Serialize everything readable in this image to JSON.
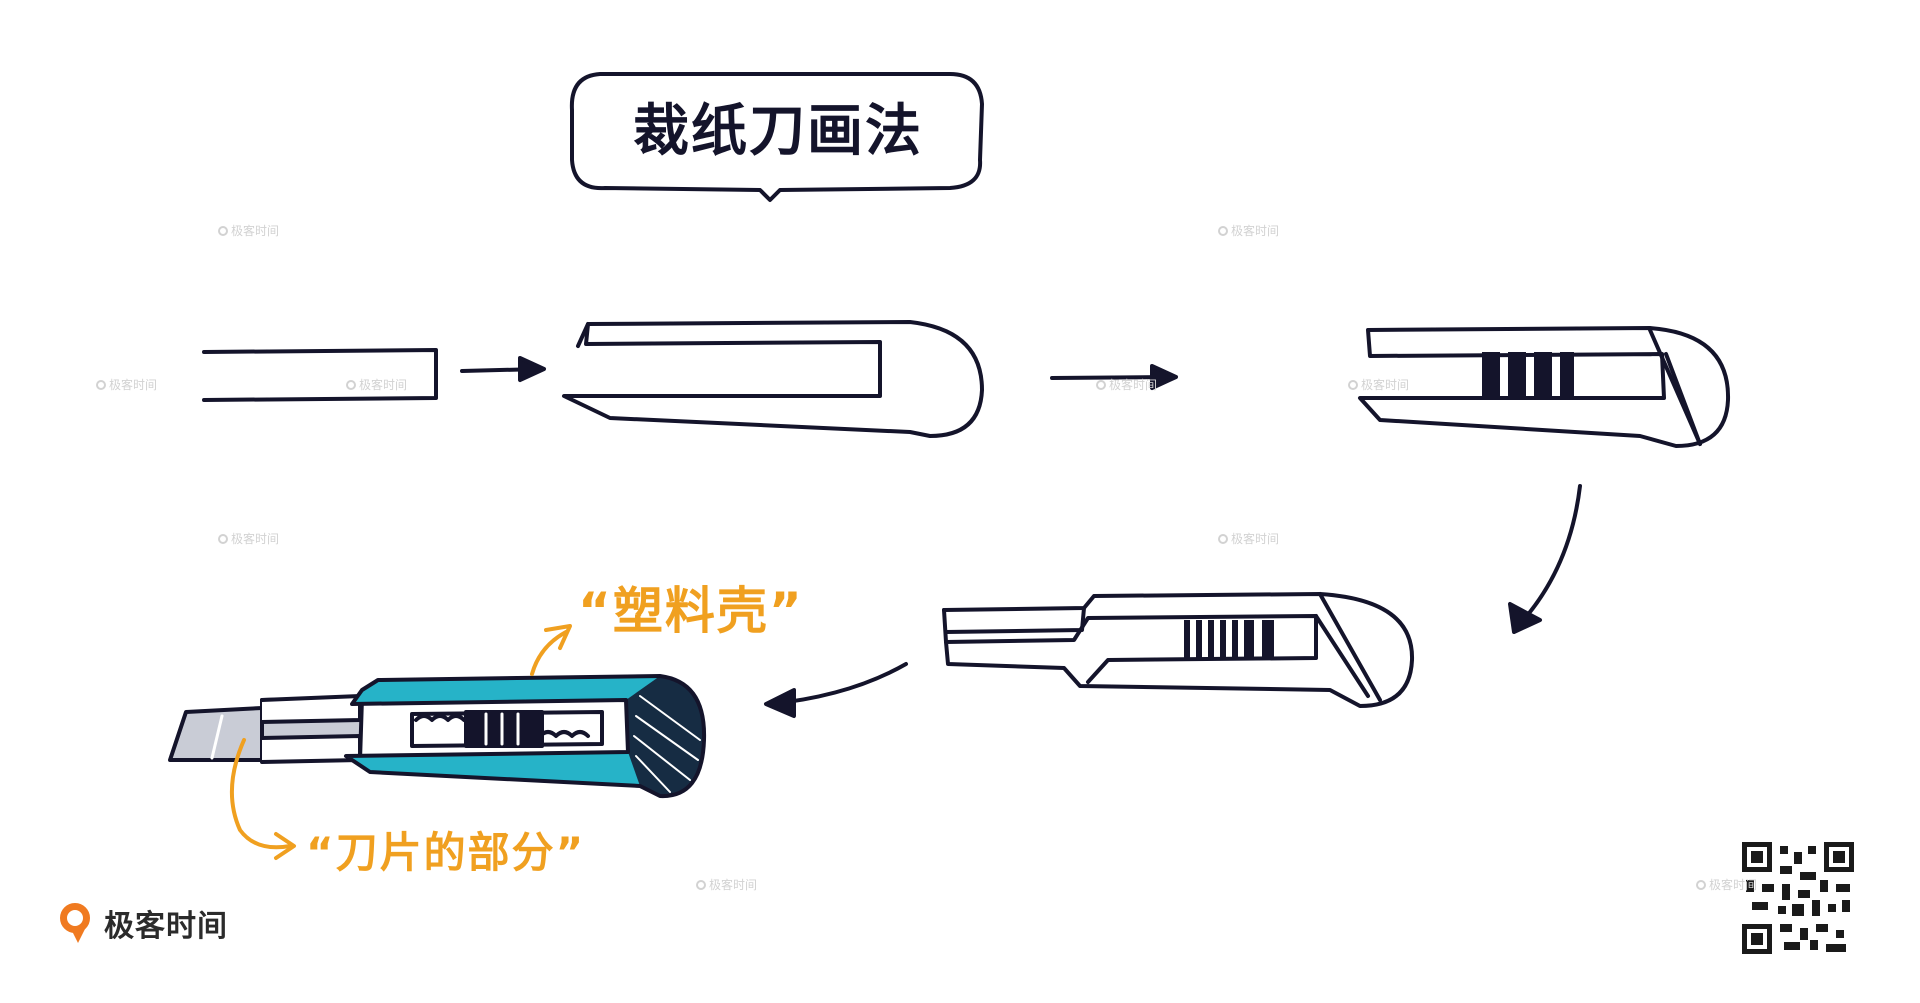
{
  "title": "裁纸刀画法",
  "labels": {
    "plastic_shell": "“塑料壳”",
    "blade_part": "“刀片的部分”"
  },
  "brand": {
    "name": "极客时间",
    "icon": "geek-time-logo-icon"
  },
  "watermark_text": "极客时间",
  "qr_icon": "qr-code-icon",
  "colors": {
    "ink": "#14142b",
    "shell_teal": "#26b3c8",
    "label_orange": "#f0a020",
    "brand_orange": "#f07a20",
    "blade_gray": "#c9ccd6",
    "watermark": "#d2d2d2"
  }
}
